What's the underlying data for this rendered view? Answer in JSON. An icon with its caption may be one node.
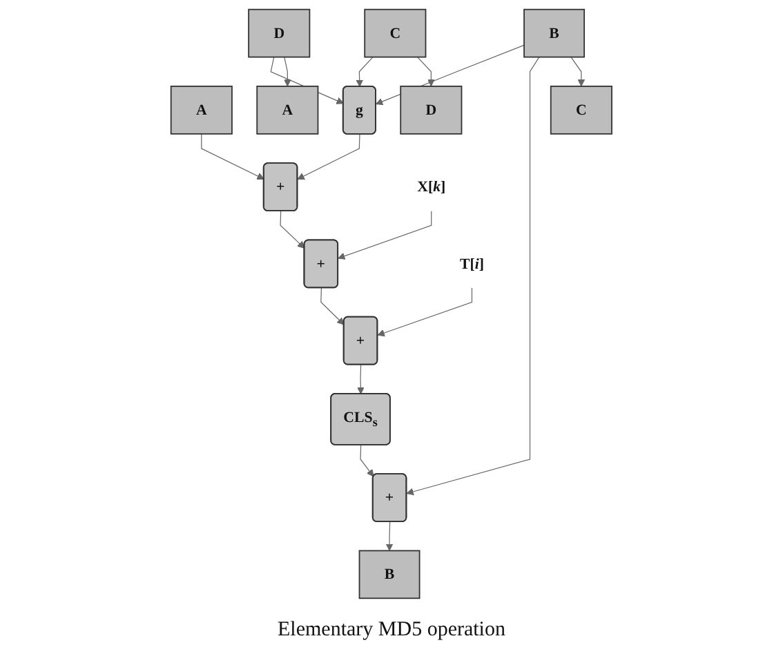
{
  "diagram": {
    "caption": "Elementary MD5 operation",
    "nodes": [
      {
        "text": [
          "A"
        ]
      },
      {
        "text": [
          "B"
        ]
      },
      {
        "text": [
          "C"
        ]
      },
      {
        "text": [
          "D"
        ]
      },
      {
        "text": [
          "g"
        ]
      },
      {
        "text": [
          "+"
        ]
      },
      {
        "text": [
          "X[*k*]"
        ]
      },
      {
        "text": [
          "+"
        ]
      },
      {
        "text": [
          "T[*i*]"
        ]
      },
      {
        "text": [
          "+"
        ]
      },
      {
        "text": [
          "CLS$_{s}$"
        ]
      },
      {
        "text": [
          "+"
        ]
      },
      {
        "text": [
          "A"
        ]
      },
      {
        "text": [
          "B"
        ]
      },
      {
        "text": [
          "C"
        ]
      },
      {
        "text": [
          "D"
        ]
      }
    ],
    "edges": [
      {
        "from": 0,
        "to": 5,
        "arrow": "to"
      },
      {
        "from": 1,
        "to": 4,
        "arrow": "to"
      },
      {
        "from": 2,
        "to": 4,
        "arrow": "to"
      },
      {
        "from": 3,
        "to": 4,
        "arrow": "to"
      },
      {
        "from": 4,
        "to": 5,
        "arrow": "to"
      },
      {
        "from": 5,
        "to": 7,
        "arrow": "to"
      },
      {
        "from": 6,
        "to": 7,
        "arrow": "to"
      },
      {
        "from": 7,
        "to": 9,
        "arrow": "to"
      },
      {
        "from": 8,
        "to": 9,
        "arrow": "to"
      },
      {
        "from": 9,
        "to": 10,
        "arrow": "to"
      },
      {
        "from": 10,
        "to": 11,
        "arrow": "to"
      },
      {
        "from": 1,
        "to": 11,
        "arrow": "to"
      },
      {
        "from": 11,
        "to": 13,
        "arrow": "to"
      },
      {
        "from": 1,
        "to": 14,
        "arrow": "to"
      },
      {
        "from": 2,
        "to": 15,
        "arrow": "to"
      },
      {
        "from": 3,
        "to": 12,
        "arrow": "to"
      }
    ]
  }
}
